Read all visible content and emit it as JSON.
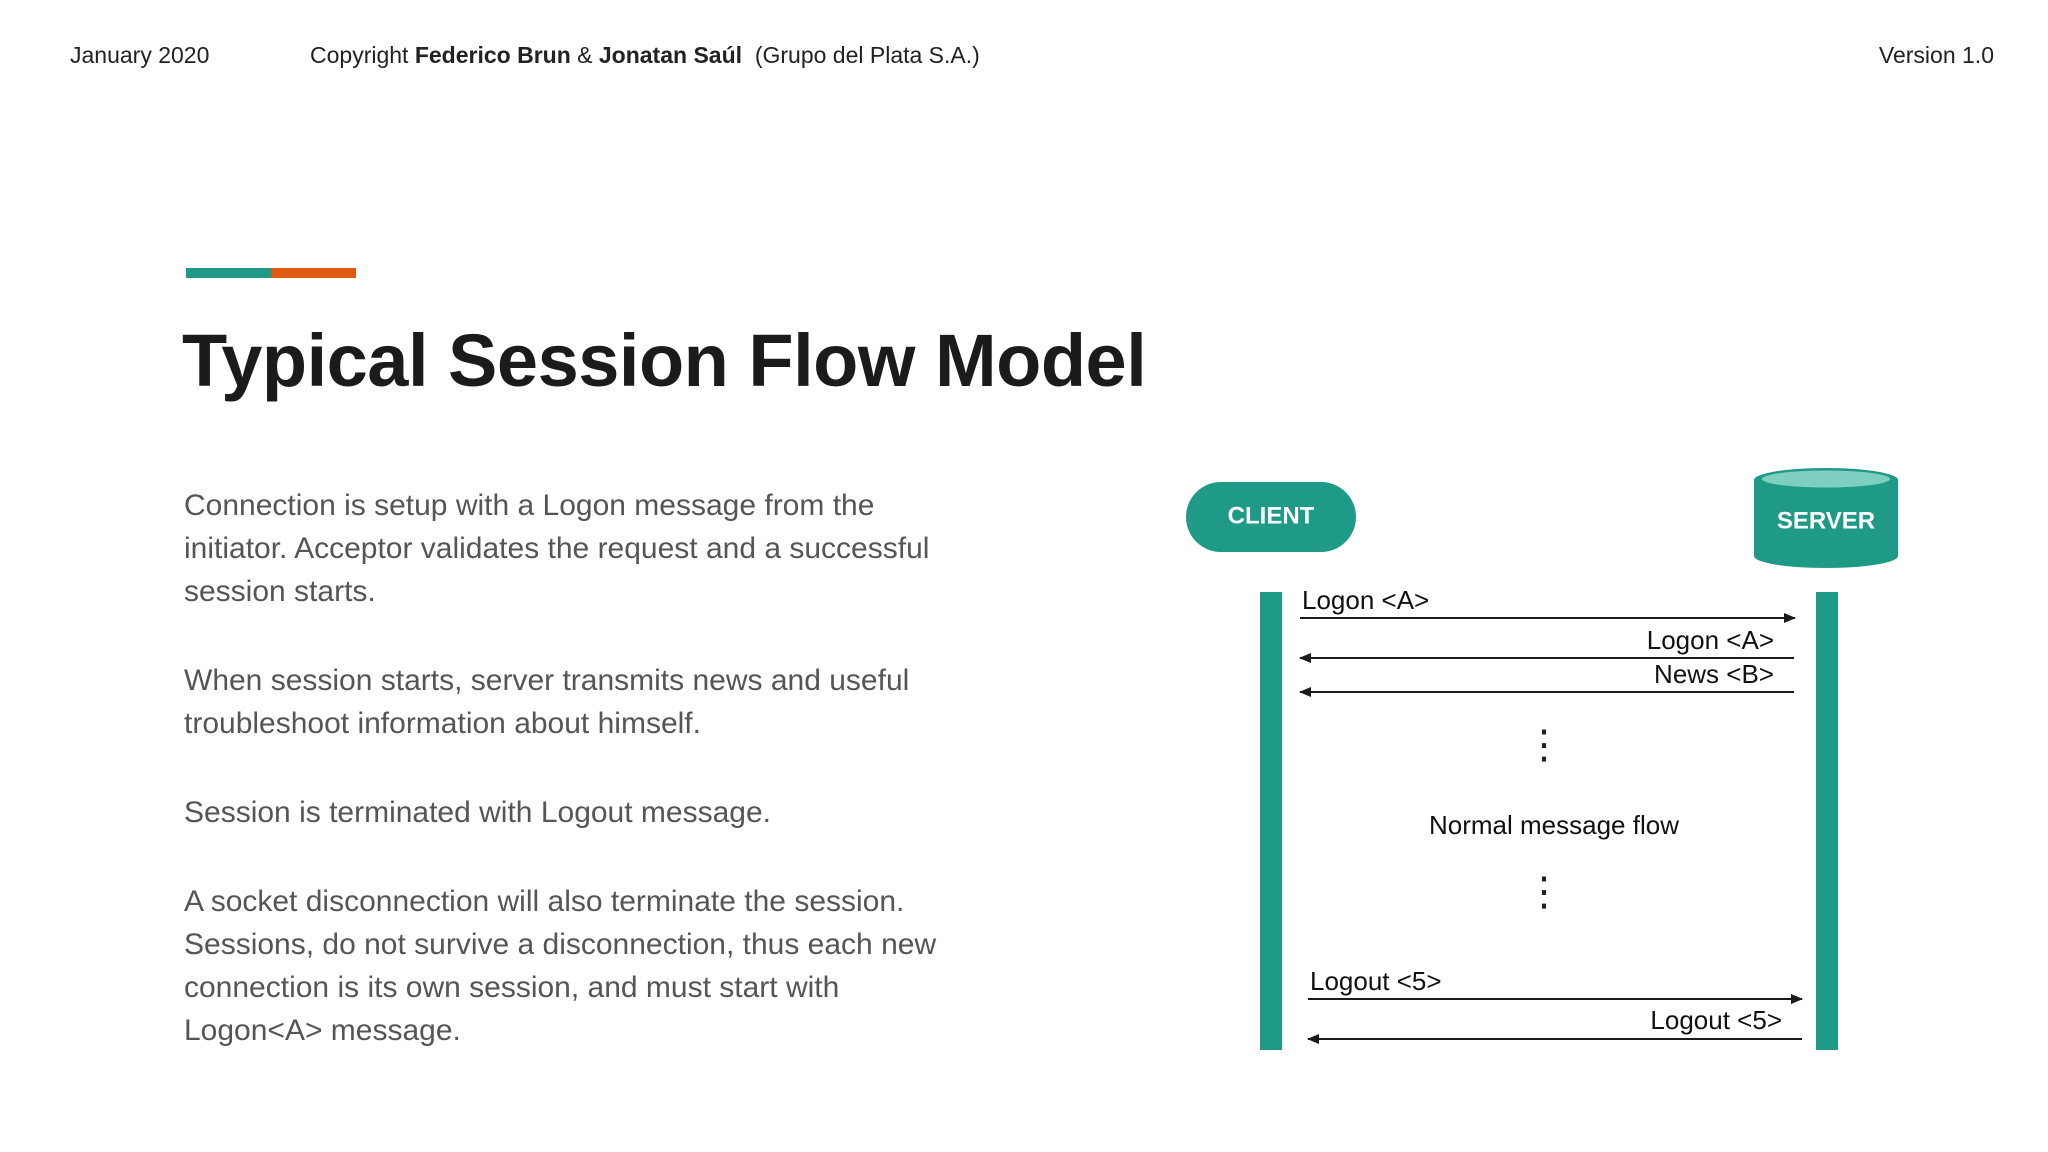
{
  "header": {
    "date": "January 2020",
    "copyright_prefix": "Copyright",
    "author_1": "Federico Brun",
    "ampersand": "&",
    "author_2": "Jonatan Saúl",
    "organization": "(Grupo del Plata S.A.)",
    "version": "Version 1.0"
  },
  "slide": {
    "accent_colors": [
      "#1f9a87",
      "#e05a12"
    ],
    "title": "Typical Session Flow Model",
    "paragraphs": [
      "Connection is setup with a Logon message from the initiator. Acceptor validates the request and a successful session starts.",
      "When session starts, server transmits news and useful troubleshoot information about himself.",
      "Session is terminated with Logout message.",
      "A socket disconnection will also terminate the session. Sessions, do not survive a disconnection, thus each new connection is its own session, and must start with Logon<A> message."
    ]
  },
  "diagram": {
    "colors": {
      "teal": "#1f9a87",
      "teal_light": "#7fcfc0",
      "arrow": "#1a1a1a"
    },
    "client_label": "CLIENT",
    "server_label": "SERVER",
    "server_icon": "database-cylinder-icon",
    "messages": [
      {
        "label": "Logon <A>",
        "direction": "to_server"
      },
      {
        "label": "Logon <A>",
        "direction": "to_client"
      },
      {
        "label": "News <B>",
        "direction": "to_client"
      },
      {
        "label": "Logout <5>",
        "direction": "to_server"
      },
      {
        "label": "Logout <5>",
        "direction": "to_client"
      }
    ],
    "middle_label": "Normal message flow",
    "ellipsis": "⋮"
  }
}
